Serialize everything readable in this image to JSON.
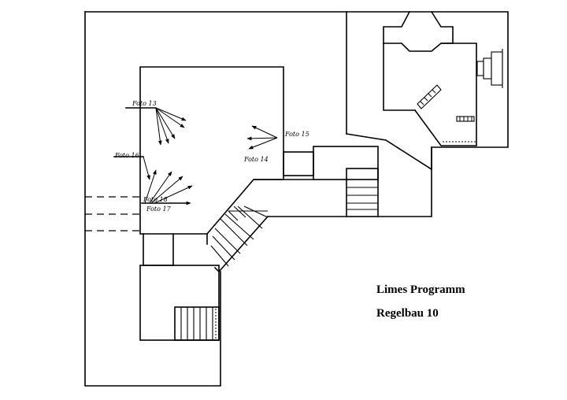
{
  "caption": {
    "program": "Limes Programm",
    "building": "Regelbau  10"
  },
  "photo_markers": [
    {
      "id": "photo-marker-13",
      "label": "Foto 13"
    },
    {
      "id": "photo-marker-15",
      "label": "Foto 15"
    },
    {
      "id": "photo-marker-14",
      "label": "Foto 14"
    },
    {
      "id": "photo-marker-16",
      "label": "Foto 16"
    },
    {
      "id": "photo-marker-18",
      "label": "Foto 18"
    },
    {
      "id": "photo-marker-17",
      "label": "Foto 17"
    }
  ],
  "colors": {
    "ink": "#000000",
    "paper": "#ffffff"
  }
}
